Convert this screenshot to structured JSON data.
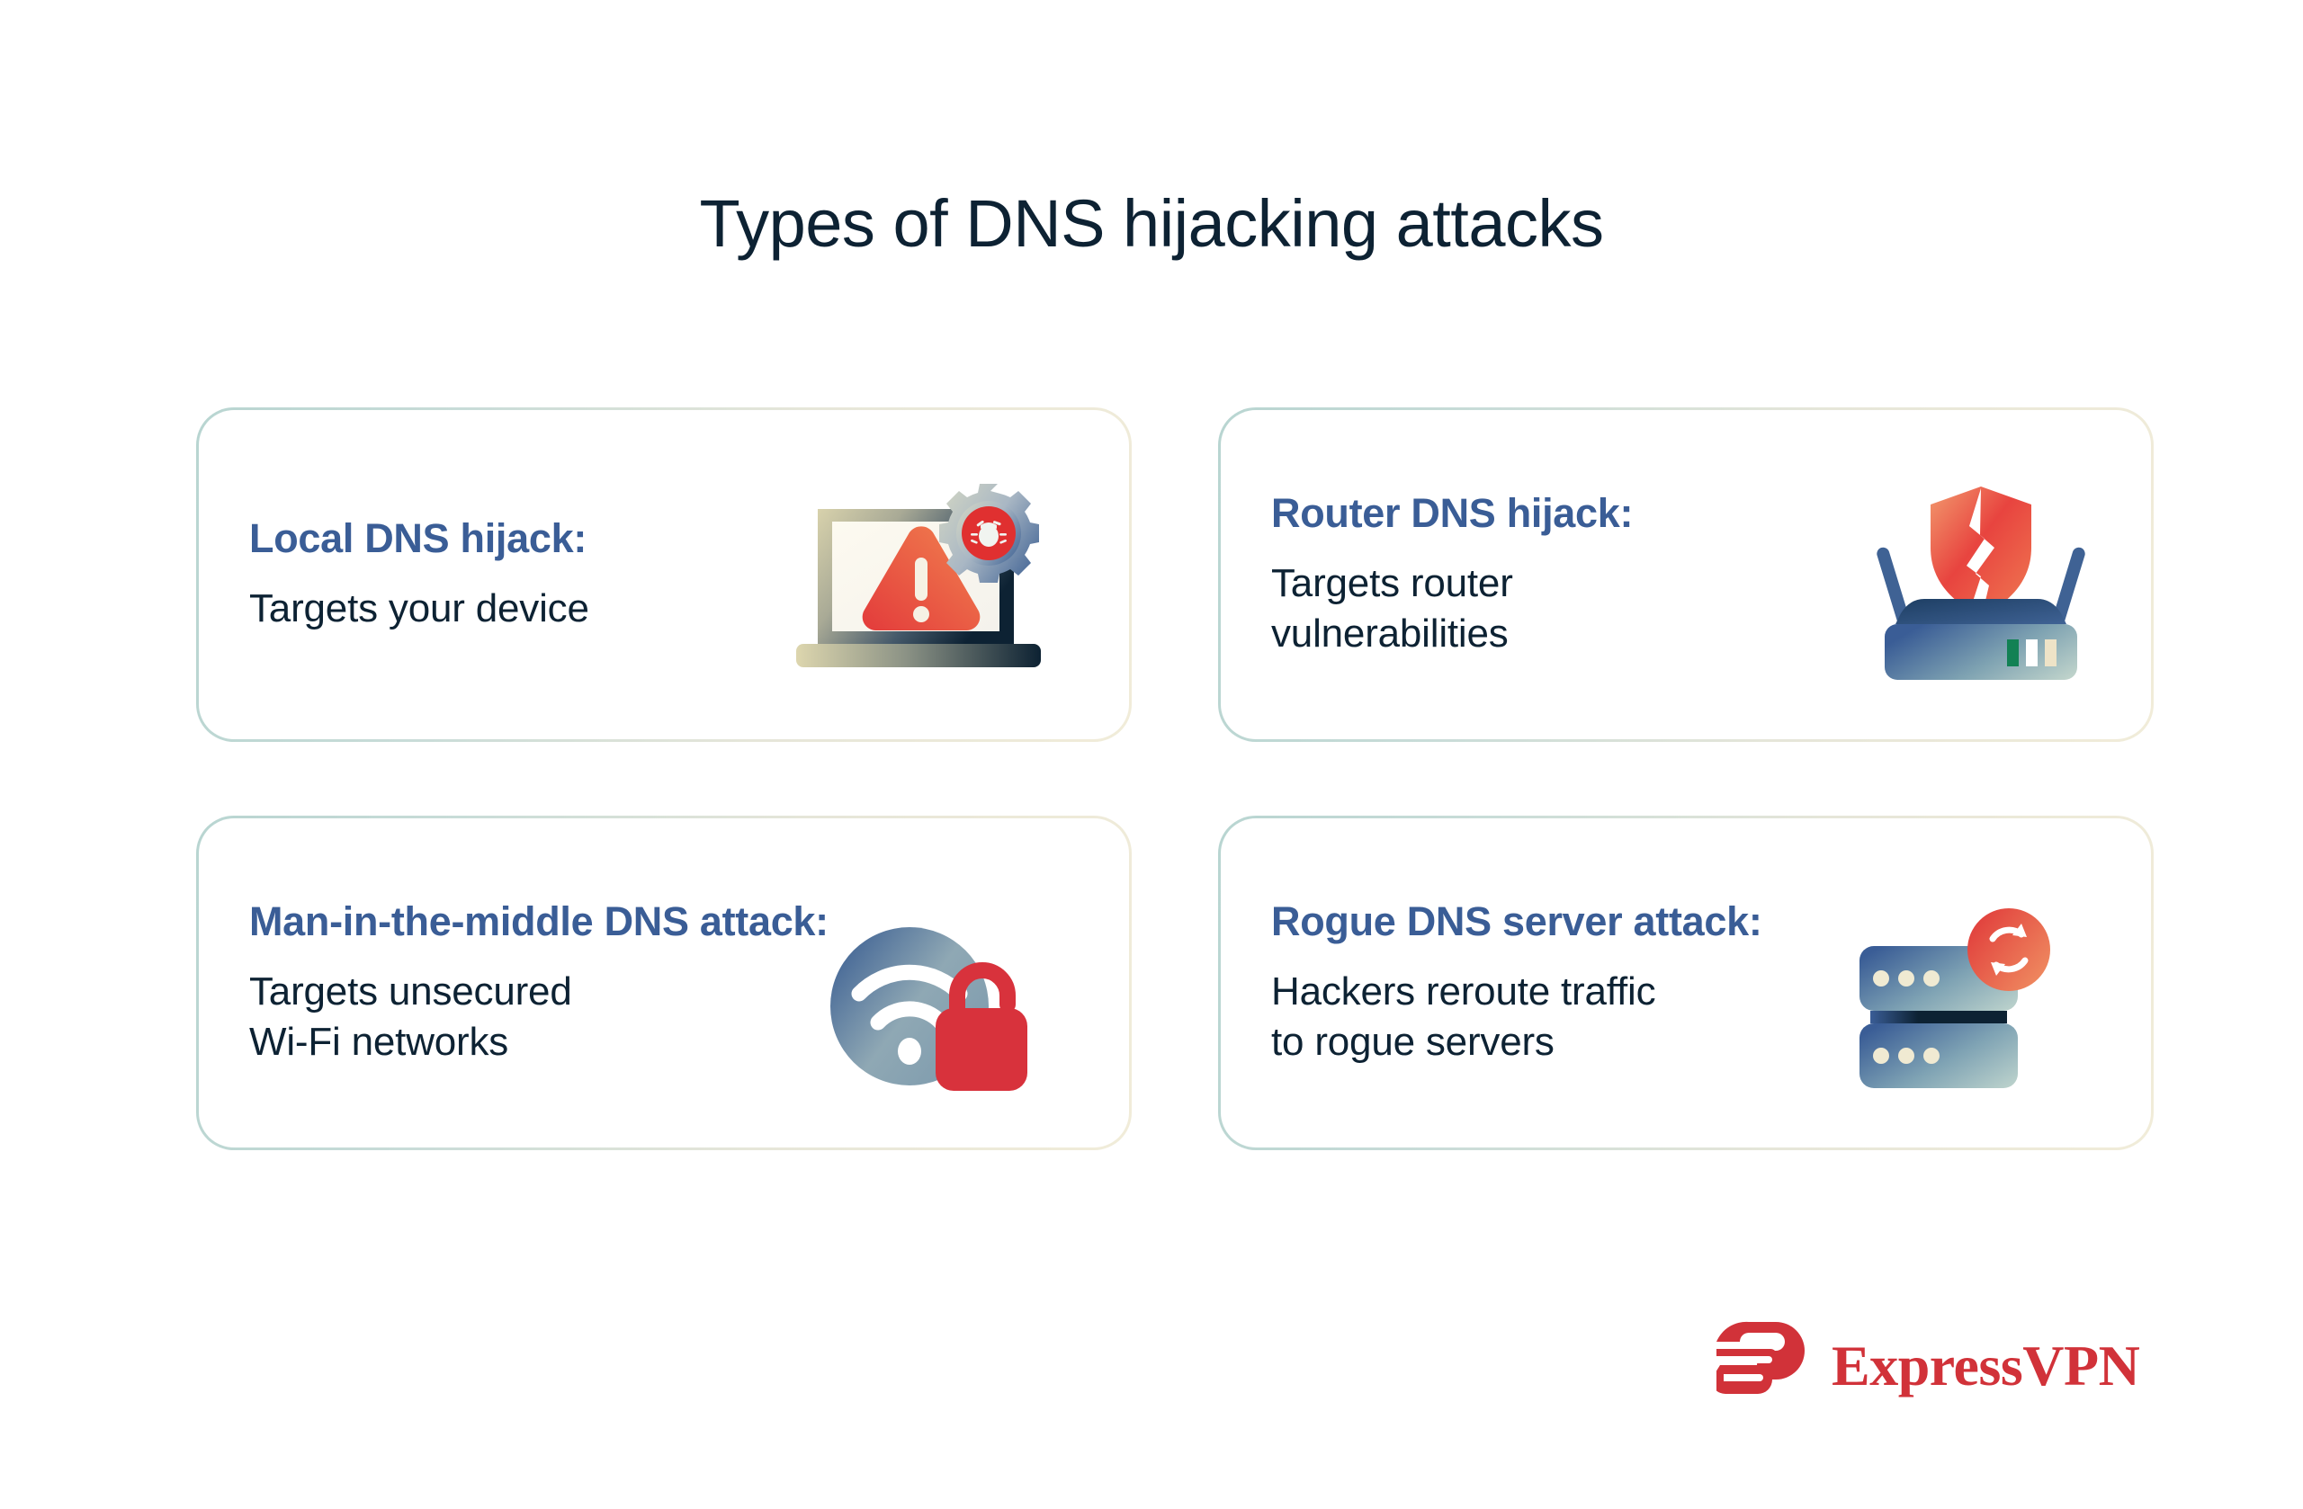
{
  "page": {
    "title": "Types of DNS hijacking attacks",
    "background_color": "#ffffff"
  },
  "theme": {
    "heading_color": "#3a5d96",
    "body_color": "#0d2233",
    "border_gradient_start": "#b8d5d1",
    "border_gradient_end": "#f1ecd9",
    "brand_red": "#d13239",
    "accent_orange": "#ef7a52",
    "accent_blue": "#3f6294",
    "accent_teal": "#a8c4c4"
  },
  "cards": [
    {
      "heading": "Local DNS hijack:",
      "body": "Targets your device",
      "icon_name": "laptop-warning-bug-icon"
    },
    {
      "heading": "Router DNS hijack:",
      "body": "Targets router\nvulnerabilities",
      "icon_name": "router-broken-shield-icon"
    },
    {
      "heading": "Man-in-the-middle DNS attack:",
      "body": "Targets unsecured\nWi-Fi networks",
      "icon_name": "wifi-unlocked-padlock-icon"
    },
    {
      "heading": "Rogue DNS server attack:",
      "body": "Hackers reroute traffic\nto rogue servers",
      "icon_name": "server-stack-refresh-icon"
    }
  ],
  "logo": {
    "wordmark": "ExpressVPN",
    "mark_name": "expressvpn-e-mark-icon"
  }
}
